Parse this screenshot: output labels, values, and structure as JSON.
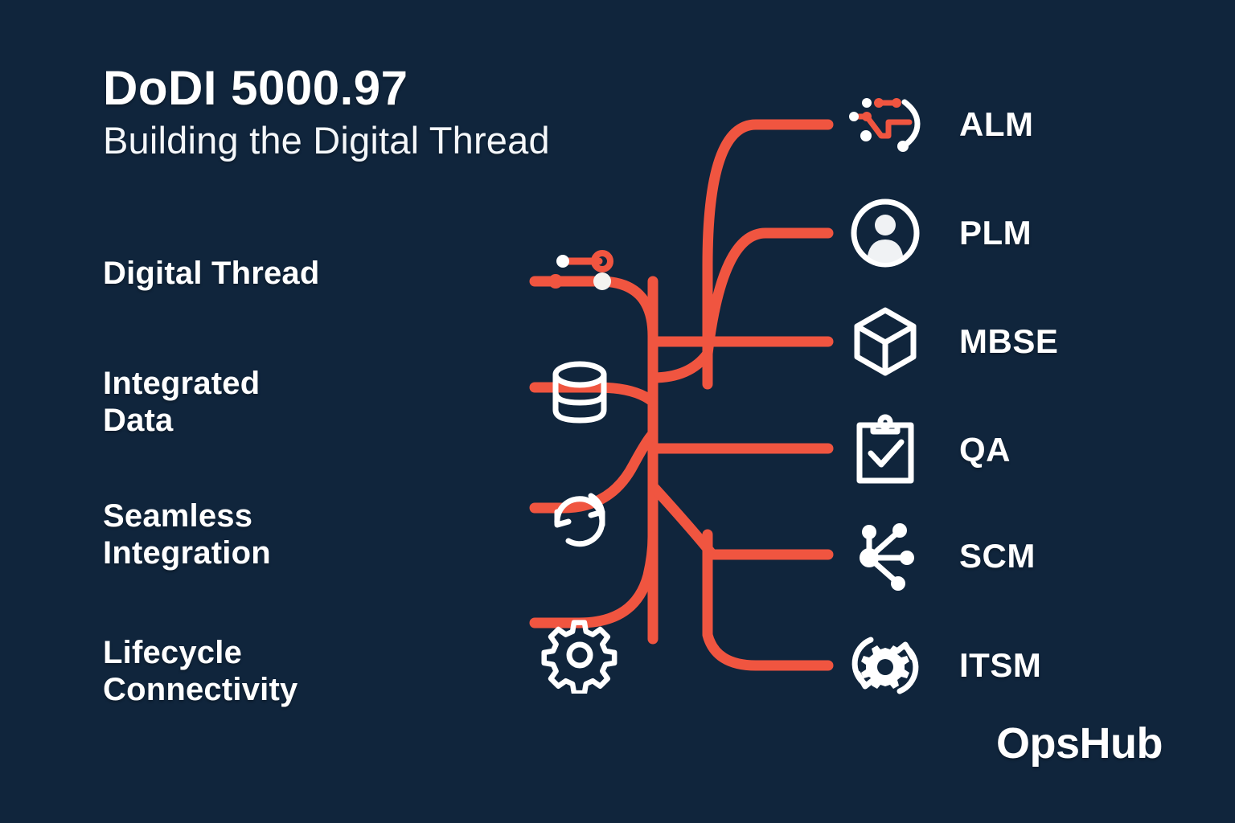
{
  "background_color": "#10253c",
  "accent_color": "#f05540",
  "text_color": "#ffffff",
  "header": {
    "title": "DoDI 5000.97",
    "subtitle": "Building the Digital Thread"
  },
  "left_column": {
    "items": [
      {
        "label": "Digital Thread",
        "icon": "thread-nodes-icon",
        "icon_color": "#f05540"
      },
      {
        "label": "Integrated\nData",
        "icon": "database-icon",
        "icon_color": "#ffffff"
      },
      {
        "label": "Seamless\nIntegration",
        "icon": "sync-arrows-icon",
        "icon_color": "#ffffff"
      },
      {
        "label": "Lifecycle\nConnectivity",
        "icon": "gear-icon",
        "icon_color": "#ffffff"
      }
    ]
  },
  "right_column": {
    "items": [
      {
        "label": "ALM",
        "icon": "network-thread-icon",
        "icon_color": "#f05540"
      },
      {
        "label": "PLM",
        "icon": "user-circle-icon",
        "icon_color": "#ffffff"
      },
      {
        "label": "MBSE",
        "icon": "cube-icon",
        "icon_color": "#ffffff"
      },
      {
        "label": "QA",
        "icon": "clipboard-check-icon",
        "icon_color": "#ffffff"
      },
      {
        "label": "SCM",
        "icon": "branch-nodes-icon",
        "icon_color": "#ffffff"
      },
      {
        "label": "ITSM",
        "icon": "gear-refresh-icon",
        "icon_color": "#ffffff"
      }
    ]
  },
  "logo": {
    "text": "OpsHub"
  }
}
